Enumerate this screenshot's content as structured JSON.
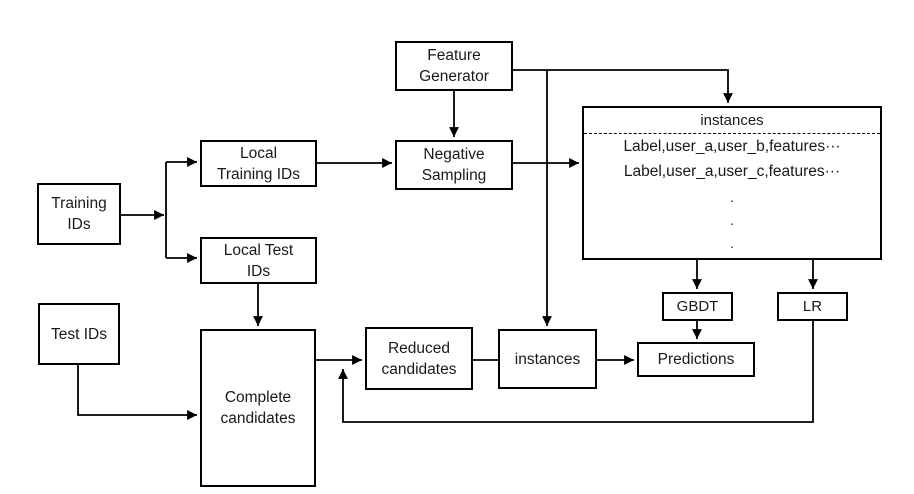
{
  "diagram": {
    "nodes": {
      "training_ids": {
        "label": "Training\nIDs"
      },
      "local_training_ids": {
        "label": "Local\nTraining IDs"
      },
      "local_test_ids": {
        "label": "Local Test\nIDs"
      },
      "feature_generator": {
        "label": "Feature\nGenerator"
      },
      "negative_sampling": {
        "label": "Negative\nSampling"
      },
      "instances_table": {
        "title": "instances",
        "rows": [
          "Label,user_a,user_b,features···",
          "Label,user_a,user_c,features···"
        ],
        "vertical_ellipsis": ".\n.\n."
      },
      "gbdt": {
        "label": "GBDT"
      },
      "lr": {
        "label": "LR"
      },
      "predictions": {
        "label": "Predictions"
      },
      "test_ids": {
        "label": "Test IDs"
      },
      "complete_candidates": {
        "label": "Complete\ncandidates"
      },
      "reduced_candidates": {
        "label": "Reduced\ncandidates"
      },
      "instances_node": {
        "label": "instances"
      }
    },
    "colors": {
      "line": "#000000",
      "text": "#1a1a1a",
      "background": "#ffffff"
    }
  }
}
